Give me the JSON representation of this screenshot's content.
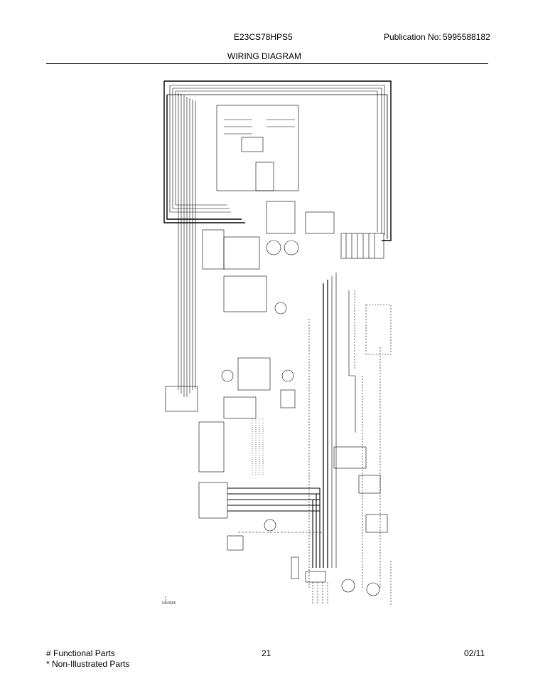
{
  "header": {
    "model": "E23CS78HPS5",
    "publication_label": "Publication No:",
    "publication_number": "5995588182",
    "title": "WIRING DIAGRAM"
  },
  "diagram": {
    "reference": "5419586"
  },
  "footer": {
    "functional_parts": "# Functional Parts",
    "non_illustrated_parts": "* Non-Illustrated Parts",
    "page_number": "21",
    "date": "02/11"
  }
}
